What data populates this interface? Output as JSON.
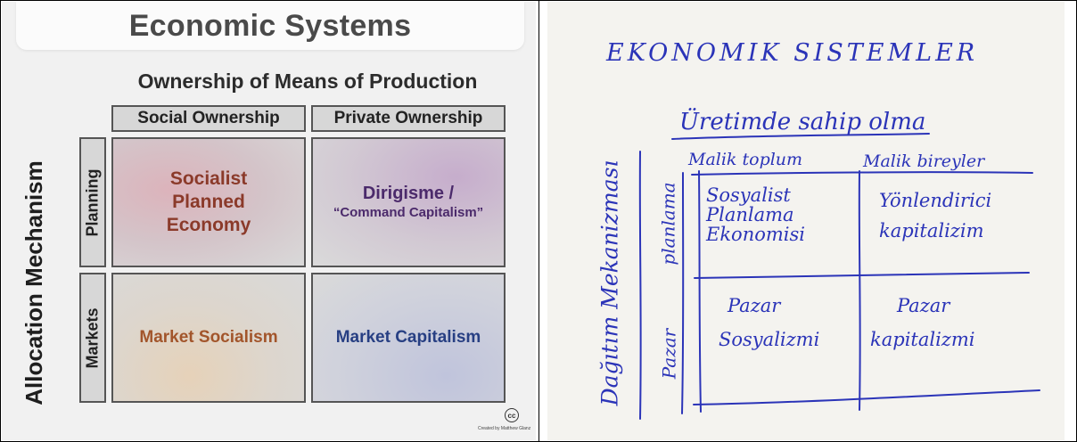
{
  "left_diagram": {
    "title": "Economic Systems",
    "subtitle": "Ownership of Means of Production",
    "columns": [
      "Social Ownership",
      "Private Ownership"
    ],
    "axis_label": "Allocation Mechanism",
    "rows": [
      "Planning",
      "Markets"
    ],
    "cells": {
      "planning_social": "Socialist Planned Economy",
      "planning_private_line1": "Dirigisme /",
      "planning_private_line2": "“Command Capitalism”",
      "markets_social": "Market Socialism",
      "markets_private": "Market Capitalism"
    },
    "icon": "cc-icon",
    "credit": "Created by Matthew Glanz",
    "colors": {
      "planning_social": "#8b3a2a",
      "planning_private": "#4b2a6b",
      "markets_social": "#a2552b",
      "markets_private": "#273f83"
    }
  },
  "right_note": {
    "title": "EKONOMIK SISTEMLER",
    "subtitle": "Üretimde sahip olma",
    "columns": [
      "Malik toplum",
      "Malik bireyler"
    ],
    "axis_label": "Dağıtım Mekanizması",
    "rows": [
      "planlama",
      "Pazar"
    ],
    "cells": {
      "c1_line1": "Sosyalist",
      "c1_line2": "Planlama",
      "c1_line3": "Ekonomisi",
      "c2_line1": "Yönlendirici",
      "c2_line2": "kapitalizim",
      "c3_line1": "Pazar",
      "c3_line2": "Sosyalizmi",
      "c4_line1": "Pazar",
      "c4_line2": "kapitalizmi"
    },
    "ink_color": "#2b34b8"
  }
}
